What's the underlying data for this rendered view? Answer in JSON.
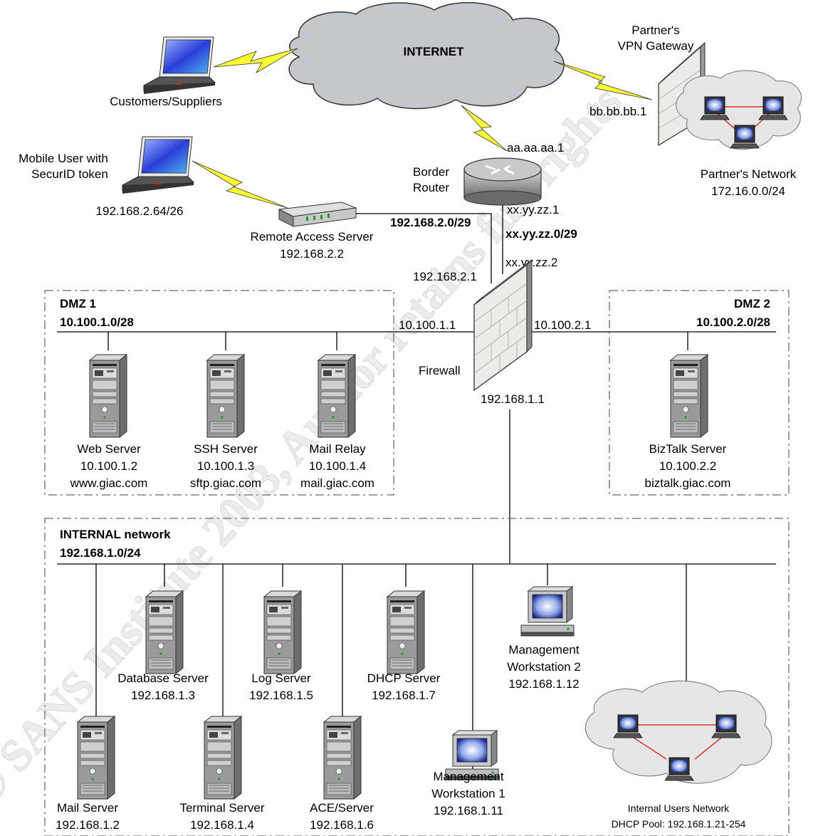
{
  "internet": {
    "label": "INTERNET"
  },
  "customers": {
    "label": "Customers/Suppliers"
  },
  "mobile": {
    "line1": "Mobile User with",
    "line2": "SecurID token",
    "ip": "192.168.2.64/26"
  },
  "partner": {
    "gw_line1": "Partner's",
    "gw_line2": "VPN Gateway",
    "gw_ip": "bb.bb.bb.1",
    "net_line1": "Partner's Network",
    "net_ip": "172.16.0.0/24"
  },
  "router": {
    "line1": "Border",
    "line2": "Router",
    "ip_top": "aa.aa.aa.1",
    "ip_bottom": "xx.yy.zz.1"
  },
  "ras": {
    "name": "Remote Access Server",
    "ip": "192.168.2.2",
    "subnet": "192.168.2.0/29"
  },
  "firewall": {
    "label": "Firewall",
    "outer_subnet": "xx.yy.zz.0/29",
    "ext_ip": "xx.yy.zz.2",
    "ras_if": "192.168.2.1",
    "dmz1_if": "10.100.1.1",
    "dmz2_if": "10.100.2.1",
    "int_if": "192.168.1.1"
  },
  "dmz1": {
    "title": "DMZ 1",
    "subnet": "10.100.1.0/28",
    "servers": [
      {
        "name": "Web Server",
        "ip": "10.100.1.2",
        "host": "www.giac.com"
      },
      {
        "name": "SSH Server",
        "ip": "10.100.1.3",
        "host": "sftp.giac.com"
      },
      {
        "name": "Mail Relay",
        "ip": "10.100.1.4",
        "host": "mail.giac.com"
      }
    ]
  },
  "dmz2": {
    "title": "DMZ 2",
    "subnet": "10.100.2.0/28",
    "server": {
      "name": "BizTalk Server",
      "ip": "10.100.2.2",
      "host": "biztalk.giac.com"
    }
  },
  "internal": {
    "title": "INTERNAL network",
    "subnet": "192.168.1.0/24",
    "upper": [
      {
        "name": "Database Server",
        "ip": "192.168.1.3"
      },
      {
        "name": "Log Server",
        "ip": "192.168.1.5"
      },
      {
        "name": "DHCP Server",
        "ip": "192.168.1.7"
      }
    ],
    "lower": [
      {
        "name": "Mail Server",
        "ip": "192.168.1.2"
      },
      {
        "name": "Terminal Server",
        "ip": "192.168.1.4"
      },
      {
        "name": "ACE/Server",
        "ip": "192.168.1.6"
      }
    ],
    "mgmt1": {
      "line1": "Management",
      "line2": "Workstation 1",
      "ip": "192.168.1.11"
    },
    "mgmt2": {
      "line1": "Management",
      "line2": "Workstation 2",
      "ip": "192.168.1.12"
    },
    "users": {
      "line1": "Internal Users Network",
      "line2": "DHCP Pool: 192.168.1.21-254"
    }
  },
  "watermark": [
    "© SANS Institute 2003, Author retains full rights"
  ],
  "colors": {
    "cloud": "#c4c8cc",
    "lightning": "#ffff33",
    "firewall_face": "#ecebe6",
    "link_red": "#e03030",
    "dashed_box": "#808080"
  }
}
